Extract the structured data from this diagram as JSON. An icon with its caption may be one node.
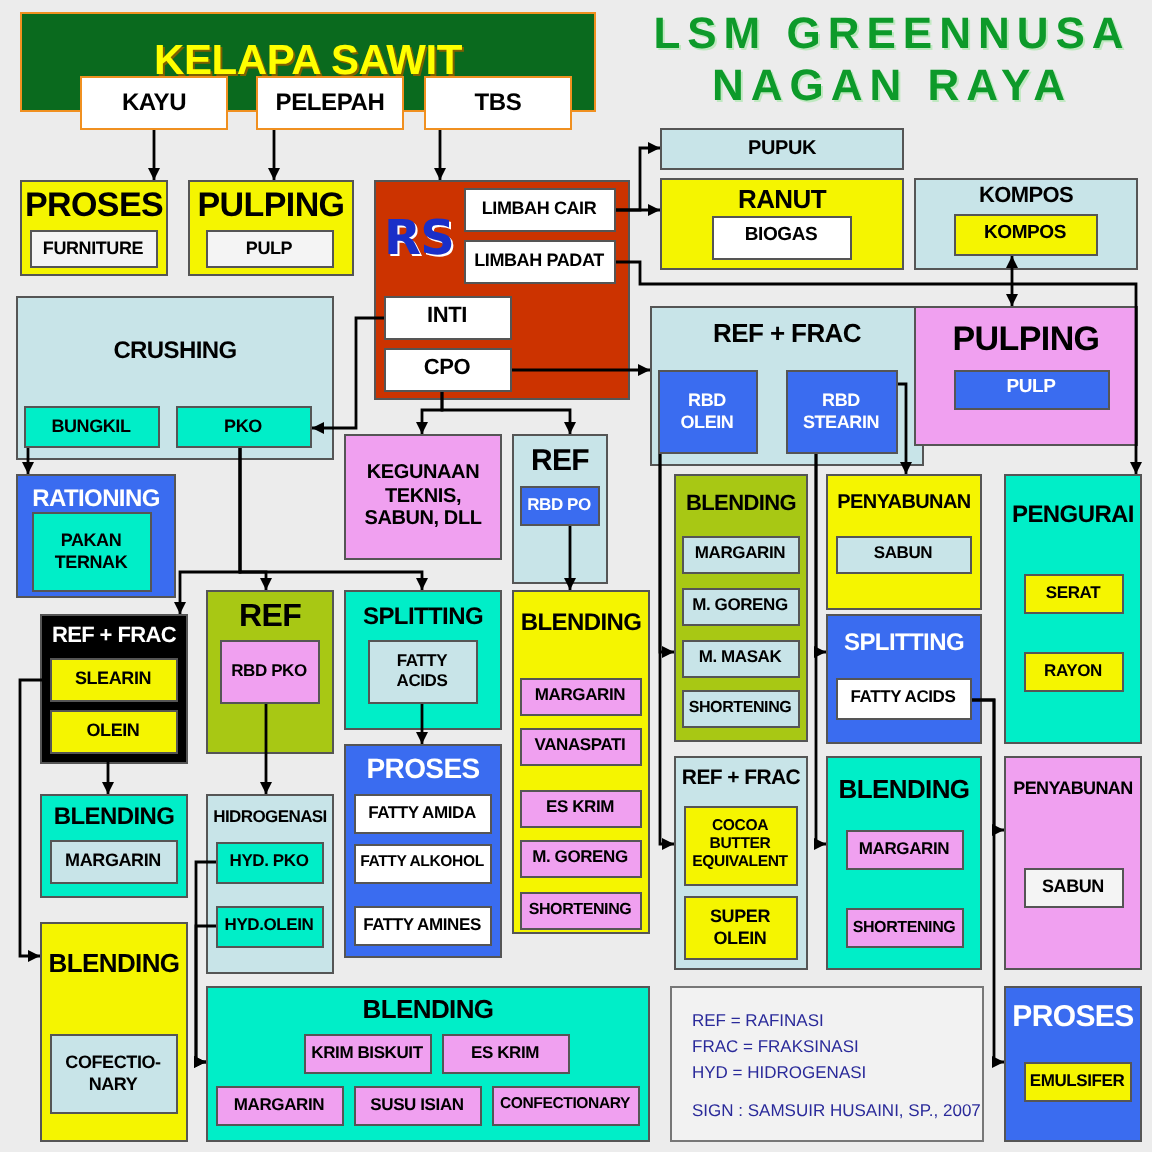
{
  "diagram": {
    "title": "LSM GREENNUSA NAGAN RAYA",
    "nodes": [
      {
        "text": [
          "KELAPA SAWIT"
        ]
      },
      {
        "text": [
          "KAYU"
        ]
      },
      {
        "text": [
          "PELEPAH"
        ]
      },
      {
        "text": [
          "TBS"
        ]
      },
      {
        "text": [
          "PROSES"
        ]
      },
      {
        "text": [
          "FURNITURE"
        ],
        "in": 4
      },
      {
        "text": [
          "PULPING"
        ]
      },
      {
        "text": [
          "PULP"
        ],
        "in": 6
      },
      {
        "text": [
          "RS"
        ]
      },
      {
        "text": [
          "LIMBAH CAIR"
        ],
        "in": 8
      },
      {
        "text": [
          "LIMBAH PADAT"
        ],
        "in": 8
      },
      {
        "text": [
          "INTI"
        ],
        "in": 8
      },
      {
        "text": [
          "CPO"
        ],
        "in": 8
      },
      {
        "text": [
          "PUPUK"
        ]
      },
      {
        "text": [
          "RANUT"
        ]
      },
      {
        "text": [
          "BIOGAS"
        ],
        "in": 14
      },
      {
        "text": [
          "KOMPOS"
        ]
      },
      {
        "text": [
          "KOMPOS"
        ],
        "in": 16
      },
      {
        "text": [
          "CRUSHING"
        ]
      },
      {
        "text": [
          "BUNGKIL"
        ],
        "in": 18
      },
      {
        "text": [
          "PKO"
        ],
        "in": 18
      },
      {
        "text": [
          "REF + FRAC"
        ]
      },
      {
        "text": [
          "RBD OLEIN"
        ],
        "in": 21
      },
      {
        "text": [
          "RBD STEARIN"
        ],
        "in": 21
      },
      {
        "text": [
          "PULPING"
        ]
      },
      {
        "text": [
          "PULP"
        ],
        "in": 24
      },
      {
        "text": [
          "RATIONING"
        ]
      },
      {
        "text": [
          "PAKAN TERNAK"
        ],
        "in": 26
      },
      {
        "text": [
          "KEGUNAAN TEKNIS, SABUN, DLL"
        ]
      },
      {
        "text": [
          "REF"
        ]
      },
      {
        "text": [
          "RBD PO"
        ],
        "in": 29
      },
      {
        "text": [
          "REF + FRAC"
        ]
      },
      {
        "text": [
          "SLEARIN"
        ],
        "in": 31
      },
      {
        "text": [
          "OLEIN"
        ],
        "in": 31
      },
      {
        "text": [
          "REF"
        ]
      },
      {
        "text": [
          "RBD PKO"
        ],
        "in": 34
      },
      {
        "text": [
          "SPLITTING"
        ]
      },
      {
        "text": [
          "FATTY ACIDS"
        ],
        "in": 36
      },
      {
        "text": [
          "BLENDING"
        ]
      },
      {
        "text": [
          "MARGARIN"
        ],
        "in": 38
      },
      {
        "text": [
          "VANASPATI"
        ],
        "in": 38
      },
      {
        "text": [
          "ES KRIM"
        ],
        "in": 38
      },
      {
        "text": [
          "M. GORENG"
        ],
        "in": 38
      },
      {
        "text": [
          "SHORTENING"
        ],
        "in": 38
      },
      {
        "text": [
          "BLENDING"
        ]
      },
      {
        "text": [
          "MARGARIN"
        ],
        "in": 44
      },
      {
        "text": [
          "M. GORENG"
        ],
        "in": 44
      },
      {
        "text": [
          "M. MASAK"
        ],
        "in": 44
      },
      {
        "text": [
          "SHORTENING"
        ],
        "in": 44
      },
      {
        "text": [
          "PENYABUNAN"
        ]
      },
      {
        "text": [
          "SABUN"
        ],
        "in": 49
      },
      {
        "text": [
          "SPLITTING"
        ]
      },
      {
        "text": [
          "FATTY ACIDS"
        ],
        "in": 51
      },
      {
        "text": [
          "PENGURAI"
        ]
      },
      {
        "text": [
          "SERAT"
        ],
        "in": 53
      },
      {
        "text": [
          "RAYON"
        ],
        "in": 53
      },
      {
        "text": [
          "BLENDING"
        ]
      },
      {
        "text": [
          "MARGARIN"
        ],
        "in": 56
      },
      {
        "text": [
          "HIDROGENASI"
        ]
      },
      {
        "text": [
          "HYD. PKO"
        ],
        "in": 58
      },
      {
        "text": [
          "HYD.OLEIN"
        ],
        "in": 58
      },
      {
        "text": [
          "PROSES"
        ]
      },
      {
        "text": [
          "FATTY AMIDA"
        ],
        "in": 61
      },
      {
        "text": [
          "FATTY ALKOHOL"
        ],
        "in": 61
      },
      {
        "text": [
          "FATTY AMINES"
        ],
        "in": 61
      },
      {
        "text": [
          "REF + FRAC"
        ]
      },
      {
        "text": [
          "COCOA BUTTER EQUIVALENT"
        ],
        "in": 65
      },
      {
        "text": [
          "SUPER OLEIN"
        ],
        "in": 65
      },
      {
        "text": [
          "BLENDING"
        ]
      },
      {
        "text": [
          "MARGARIN"
        ],
        "in": 68
      },
      {
        "text": [
          "SHORTENING"
        ],
        "in": 68
      },
      {
        "text": [
          "PENYABUNAN"
        ]
      },
      {
        "text": [
          "SABUN"
        ],
        "in": 71
      },
      {
        "text": [
          "BLENDING"
        ]
      },
      {
        "text": [
          "COFECTIO- NARY"
        ],
        "in": 73
      },
      {
        "text": [
          "BLENDING"
        ]
      },
      {
        "text": [
          "KRIM BISKUIT"
        ],
        "in": 75
      },
      {
        "text": [
          "ES KRIM"
        ],
        "in": 75
      },
      {
        "text": [
          "MARGARIN"
        ],
        "in": 75
      },
      {
        "text": [
          "SUSU ISIAN"
        ],
        "in": 75
      },
      {
        "text": [
          "CONFECTIONARY"
        ],
        "in": 75
      },
      {
        "text": [
          "PROSES"
        ]
      },
      {
        "text": [
          "EMULSIFER"
        ],
        "in": 81
      }
    ],
    "edges": [
      {
        "from": 1,
        "to": 4,
        "arrow": "to"
      },
      {
        "from": 2,
        "to": 6,
        "arrow": "to"
      },
      {
        "from": 3,
        "to": 8,
        "arrow": "to"
      },
      {
        "from": 9,
        "to": 13,
        "arrow": "to"
      },
      {
        "from": 9,
        "to": 14,
        "arrow": "to"
      },
      {
        "from": 10,
        "to": 53,
        "arrow": "to"
      },
      {
        "from": 17,
        "to": 24,
        "arrow": "both"
      },
      {
        "from": 12,
        "to": 21,
        "arrow": "to"
      },
      {
        "from": 12,
        "to": 28,
        "arrow": "to"
      },
      {
        "from": 12,
        "to": 29,
        "arrow": "to"
      },
      {
        "from": 11,
        "to": 20,
        "arrow": "to"
      },
      {
        "from": 19,
        "to": 26,
        "arrow": "to"
      },
      {
        "from": 20,
        "to": 31,
        "arrow": "to"
      },
      {
        "from": 20,
        "to": 34,
        "arrow": "to"
      },
      {
        "from": 20,
        "to": 36,
        "arrow": "to"
      },
      {
        "from": 30,
        "to": 38,
        "arrow": "to"
      },
      {
        "from": 22,
        "to": 44,
        "arrow": "to"
      },
      {
        "from": 22,
        "to": 65,
        "arrow": "to"
      },
      {
        "from": 23,
        "to": 51,
        "arrow": "to"
      },
      {
        "from": 23,
        "to": 68,
        "arrow": "to"
      },
      {
        "from": 23,
        "to": 49,
        "arrow": "to"
      },
      {
        "from": 52,
        "to": 71,
        "arrow": "to"
      },
      {
        "from": 52,
        "to": 81,
        "arrow": "to"
      },
      {
        "from": 37,
        "to": 61,
        "arrow": "to"
      },
      {
        "from": 35,
        "to": 58,
        "arrow": "to"
      },
      {
        "from": 33,
        "to": 56,
        "arrow": "to"
      },
      {
        "from": 32,
        "to": 73,
        "arrow": "to"
      },
      {
        "from": 59,
        "to": 75,
        "arrow": "to"
      },
      {
        "from": 60,
        "to": 75,
        "arrow": "to"
      }
    ],
    "labels": [
      "REF = RAFINASI",
      "FRAC = FRAKSINASI",
      "HYD = HIDROGENASI",
      "SIGN : SAMSUIR HUSAINI, SP., 2007"
    ]
  }
}
